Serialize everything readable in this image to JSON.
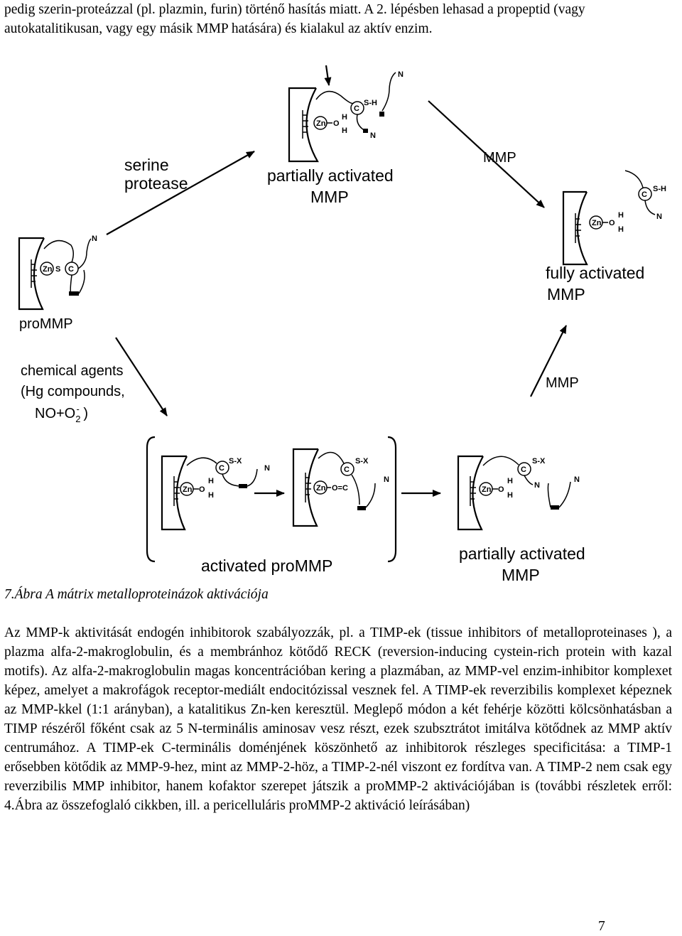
{
  "text": {
    "intro": "pedig szerin-proteázzal (pl. plazmin, furin) történő hasítás miatt. A 2. lépésben lehasad a propeptid (vagy autokatalitikusan, vagy egy másik MMP hatására) és kialakul az aktív enzim.",
    "caption": "7.Ábra A mátrix metalloproteinázok aktivációja",
    "body": "Az MMP-k aktivitását endogén inhibitorok szabályozzák, pl. a TIMP-ek (tissue inhibitors of metalloproteinases ), a plazma alfa-2-makroglobulin, és a membránhoz kötődő RECK (reversion-inducing cystein-rich protein with kazal motifs). Az alfa-2-makroglobulin magas koncentrációban kering a plazmában, az MMP-vel enzim-inhibitor komplexet képez, amelyet a makrofágok receptor-mediált endocitózissal vesznek fel. A TIMP-ek reverzibilis komplexet képeznek az MMP-kkel (1:1 arányban), a katalitikus Zn-ken keresztül. Meglepő módon a két fehérje közötti kölcsönhatásban a TIMP részéről főként csak az 5 N-terminális aminosav vesz részt, ezek szubsztrátot imitálva kötődnek az MMP aktív centrumához. A TIMP-ek C-terminális doménjének köszönhető az inhibitorok részleges specificitása: a TIMP-1 erősebben kötődik az MMP-9-hez, mint az MMP-2-höz, a TIMP-2-nél viszont ez fordítva van. A TIMP-2 nem csak egy reverzibilis MMP inhibitor, hanem kofaktor szerepet játszik a proMMP-2 aktivációjában is (további részletek erről: 4.Ábra az összefoglaló cikkben, ill. a pericelluláris proMMP-2 aktiváció leírásában)",
    "page_number": "7"
  },
  "diagram": {
    "labels": {
      "serine_1": "serine",
      "serine_2": "protease",
      "partial_top_1": "partially activated",
      "partial_top_2": "MMP",
      "mmp_top": "MMP",
      "fully_1": "fully activated",
      "fully_2": "MMP",
      "prommp": "proMMP",
      "chem_1": "chemical agents",
      "chem_2": "(Hg compounds,",
      "chem_3": "NO+O",
      "chem_3_sub": "2",
      "chem_3_sup": "-",
      "chem_3_end": " )",
      "mmp_right": "MMP",
      "activated_prommp": "activated proMMP",
      "partial_bot_1": "partially activated",
      "partial_bot_2": "MMP"
    },
    "atoms": {
      "zn": "Zn",
      "s": "S",
      "c": "C",
      "o": "O",
      "h": "H",
      "n": "N",
      "sh": "S-H",
      "sx": "S-X",
      "ocdouble": "O=C"
    }
  }
}
